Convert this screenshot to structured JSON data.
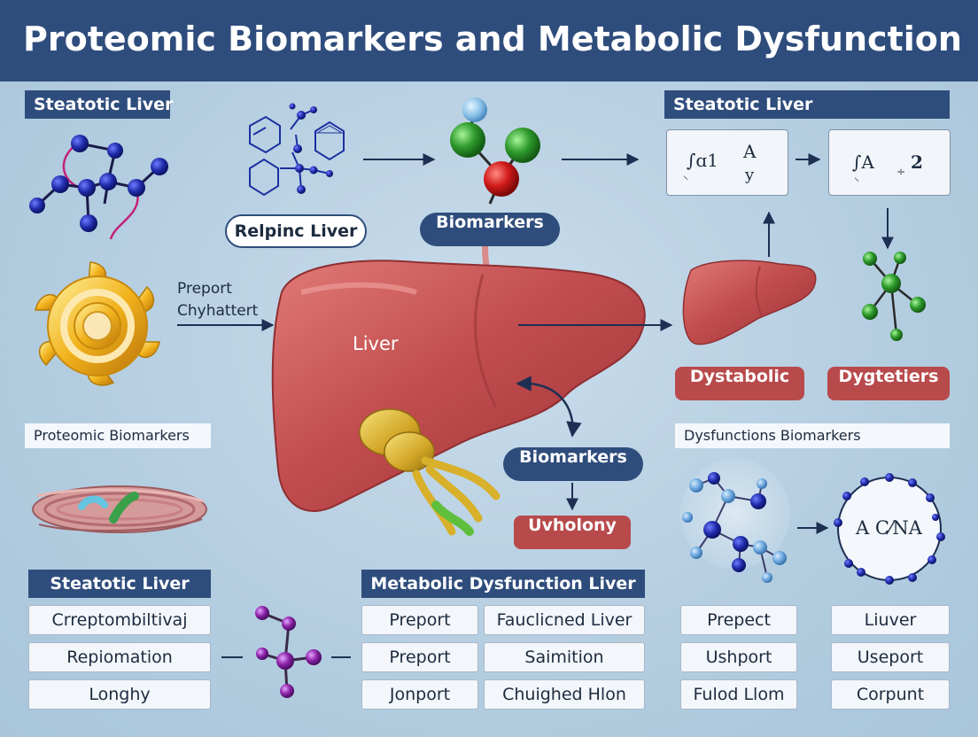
{
  "title": "Proteomic Biomarkers and Metabolic Dysfunction",
  "top_left_banner": "Steatotic Liver",
  "top_right_banner": "Steatotic Liver",
  "pills": {
    "relpinc": "Relpinc Liver",
    "biomarkers_top": "Biomarkers",
    "biomarkers_mid": "Biomarkers",
    "dystabolic": "Dystabolic",
    "dygtetiers": "Dygtetiers",
    "uvholony": "Uvholony"
  },
  "arrow_label": {
    "line1": "Preport",
    "line2": "Chyhattert"
  },
  "liver_label": "Liver",
  "formulas": {
    "left": {
      "a": "∫ɑ1",
      "b": "A",
      "c": "y",
      "d": "⸜"
    },
    "right": {
      "a": "∫A",
      "b": "2",
      "c": "⸜",
      "d": "÷"
    }
  },
  "proteomic_label": "Proteomic Biomarkers",
  "dysfunctions_label": "Dysfunctions Biomarkers",
  "circle_text": "A C⁄NA",
  "bottom_left": {
    "header": "Steatotic Liver",
    "cells": [
      "Crreptombiltivaj",
      "Repiomation",
      "Longhy"
    ]
  },
  "bottom_middle": {
    "header": "Metabolic  Dysfunction Liver",
    "col1": [
      "Preport",
      "Preport",
      "Jonport"
    ],
    "col2": [
      "Fauclicned Liver",
      "Saimition",
      "Chuighed Hlon"
    ]
  },
  "bottom_right": {
    "col1": [
      "Prepect",
      "Ushport",
      "Fulod Llom"
    ],
    "col2": [
      "Liuver",
      "Useport",
      "Corpunt"
    ]
  },
  "colors": {
    "navy": "#2f4d7c",
    "liver": "#c24d4f",
    "pill_red": "#b84a4c",
    "molecule_blue": "#1f2aa8",
    "molecule_green": "#2e9a2c",
    "molecule_purple": "#7b1fa2"
  }
}
